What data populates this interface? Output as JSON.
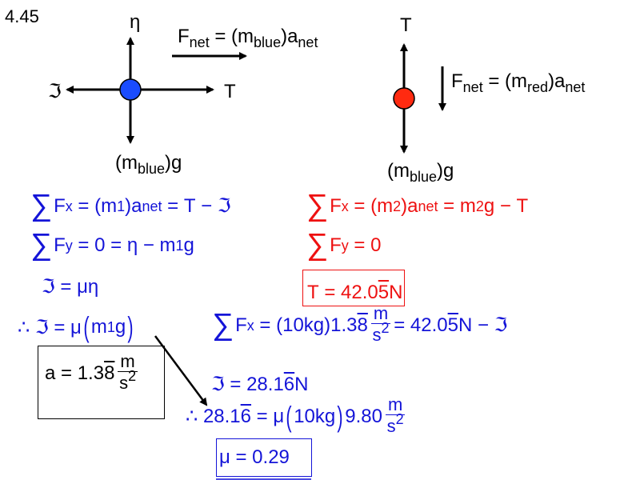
{
  "problem_number": "4.45",
  "colors": {
    "blue": "#1414d8",
    "red": "#ee1111",
    "blue_mass": "#1a4cff",
    "red_mass": "#ff2a10"
  },
  "blue_diagram": {
    "normal_label": "η",
    "friction_label": "ℑ",
    "tension_label": "T",
    "weight_label": {
      "pre": "(m",
      "sub": "blue",
      "post": ")g"
    },
    "fnet_label": {
      "a": "F",
      "a_sub": "net",
      "b": " = (m",
      "b_sub": "blue",
      "c": ")a",
      "c_sub": "net"
    }
  },
  "red_diagram": {
    "tension_label": "T",
    "weight_label": {
      "pre": "(m",
      "sub": "blue",
      "post": ")g"
    },
    "fnet_label": {
      "a": "F",
      "a_sub": "net",
      "b": " = (m",
      "b_sub": "red",
      "c": ")a",
      "c_sub": "net"
    }
  },
  "equations": {
    "blue_sum_fx": [
      {
        "sig": "∑"
      },
      {
        "t": "F"
      },
      {
        "sub": "x"
      },
      {
        "t": " = (m"
      },
      {
        "sub": "1"
      },
      {
        "t": ")a"
      },
      {
        "sub": "net"
      },
      {
        "t": " = T − ℑ"
      }
    ],
    "blue_sum_fy": [
      {
        "sig": "∑"
      },
      {
        "t": "F"
      },
      {
        "sub": "y"
      },
      {
        "t": " = 0 = η − m"
      },
      {
        "sub": "1"
      },
      {
        "t": "g"
      }
    ],
    "friction_def": [
      {
        "t": "ℑ = μη"
      }
    ],
    "friction_sub": [
      {
        "t": "∴ ℑ = μ"
      },
      {
        "big": "("
      },
      {
        "t": "m"
      },
      {
        "sub": "1"
      },
      {
        "t": "g"
      },
      {
        "big": ")"
      }
    ],
    "accel_result": [
      {
        "t": "a = 1.3"
      },
      {
        "ol": "8"
      },
      {
        "frac": {
          "num": "m",
          "den": "s",
          "den_sup": "2"
        }
      }
    ],
    "red_sum_fx": [
      {
        "sig": "∑"
      },
      {
        "t": "F"
      },
      {
        "sub": "x"
      },
      {
        "t": " = (m"
      },
      {
        "sub": "2"
      },
      {
        "t": ")a"
      },
      {
        "sub": "net"
      },
      {
        "t": " = m"
      },
      {
        "sub": "2"
      },
      {
        "t": "g − T"
      }
    ],
    "red_sum_fy": [
      {
        "sig": "∑"
      },
      {
        "t": "F"
      },
      {
        "sub": "y"
      },
      {
        "t": " = 0"
      }
    ],
    "tension_result": [
      {
        "t": "T = 42.0"
      },
      {
        "ol": "5"
      },
      {
        "t": "N"
      }
    ],
    "blue_sum_fx_num": [
      {
        "sig": "∑"
      },
      {
        "t": "F"
      },
      {
        "sub": "x"
      },
      {
        "t": " = (10kg)1.3"
      },
      {
        "ol": "8"
      },
      {
        "frac": {
          "num": "m",
          "den": "s",
          "den_sup": "2"
        }
      },
      {
        "t": "= 42.0"
      },
      {
        "ol": "5"
      },
      {
        "t": "N − ℑ"
      }
    ],
    "friction_value": [
      {
        "t": "ℑ = 28.1"
      },
      {
        "ol": "6"
      },
      {
        "t": "N"
      }
    ],
    "mu_solve": [
      {
        "t": "∴ 28.1"
      },
      {
        "ol": "6"
      },
      {
        "t": " = μ"
      },
      {
        "big": "("
      },
      {
        "t": "10kg"
      },
      {
        "big": ")"
      },
      {
        "t": "9.80"
      },
      {
        "frac": {
          "num": "m",
          "den": "s",
          "den_sup": "2"
        }
      }
    ],
    "mu_result": [
      {
        "t": "μ = 0.29"
      }
    ]
  }
}
